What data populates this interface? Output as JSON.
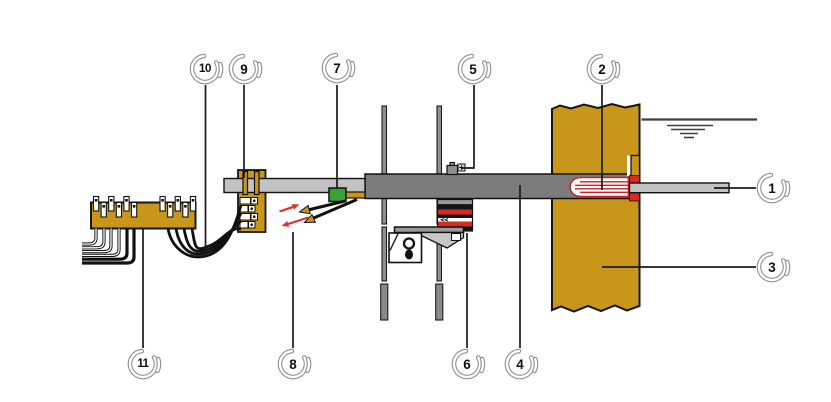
{
  "diagram": {
    "callouts": [
      {
        "number": "1"
      },
      {
        "number": "2"
      },
      {
        "number": "3"
      },
      {
        "number": "4"
      },
      {
        "number": "5"
      },
      {
        "number": "6"
      },
      {
        "number": "7"
      },
      {
        "number": "8"
      },
      {
        "number": "9"
      },
      {
        "number": "10"
      },
      {
        "number": "11"
      }
    ],
    "palette": {
      "ochre": "#c7961b",
      "beam_gray": "#7c7c7c",
      "rod_gray": "#c2c2c2",
      "post_gray": "#909090",
      "signal_red": "#d22c24",
      "sensor_green": "#3ba23b",
      "arrowhead_gold": "#c9941a",
      "callout_ring_gray": "#8e8e8e",
      "line_black": "#1a1a1a",
      "background": "#ffffff"
    }
  }
}
